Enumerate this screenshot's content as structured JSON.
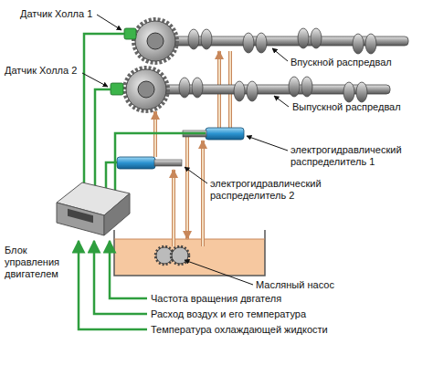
{
  "diagram": {
    "nodes": [
      {
        "text": [
          "Блок управления двигателем"
        ]
      }
    ],
    "labels": [
      "Датчик Холла 1",
      "Датчик Холла 2",
      "Впускной распредвал",
      "Выпускной распредвал",
      "электрогидравлический распределитель 1",
      "электрогидравлический распределитель 2",
      "Масляный насос",
      "Частота вращения двгателя",
      "Расход воздух и его температура",
      "Температура охлаждающей жидкости"
    ]
  }
}
